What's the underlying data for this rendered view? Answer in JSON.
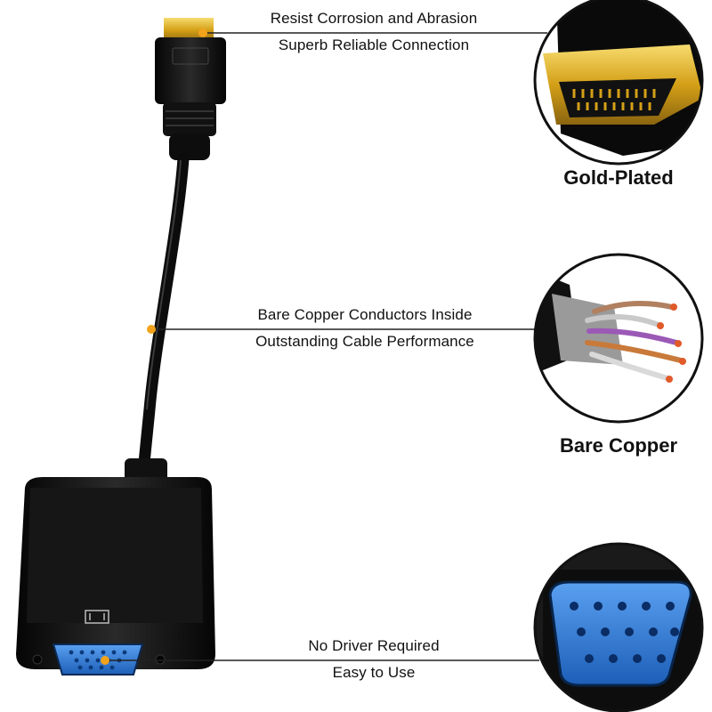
{
  "callouts": [
    {
      "line1": "Resist Corrosion and Abrasion",
      "line2": "Superb Reliable Connection",
      "label": "Gold-Plated",
      "icon": "hdmi-plug-closeup-icon"
    },
    {
      "line1": "Bare Copper Conductors Inside",
      "line2": "Outstanding Cable Performance",
      "label": "Bare Copper",
      "icon": "copper-wires-closeup-icon"
    },
    {
      "line1": "No Driver Required",
      "line2": "Easy to Use",
      "label": "",
      "icon": "vga-port-closeup-icon"
    }
  ],
  "colors": {
    "accent_dot": "#f2a31b",
    "gold": "#d4a017",
    "cable": "#111111",
    "vga_blue": "#2b78d8"
  }
}
